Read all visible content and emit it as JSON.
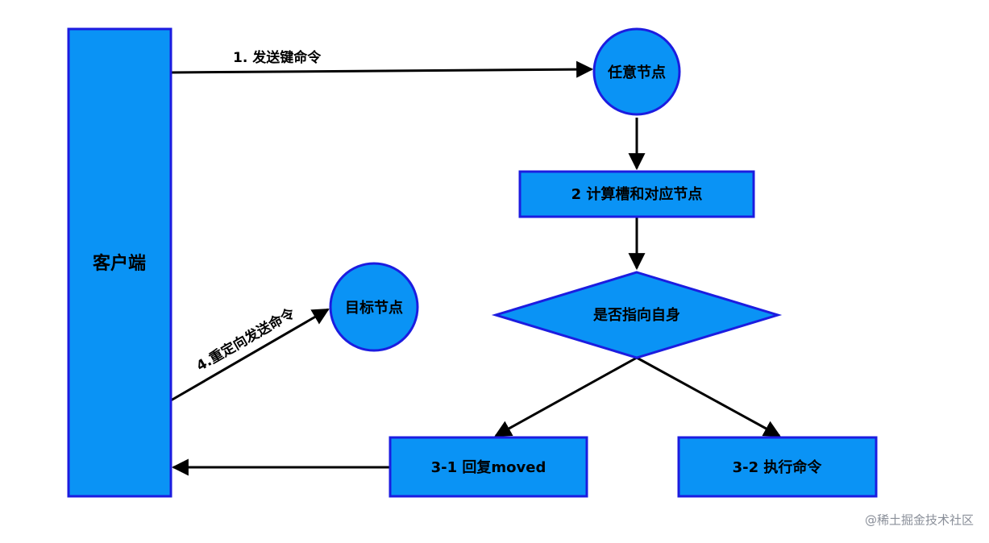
{
  "nodes": {
    "client": "客户端",
    "any_node": "任意节点",
    "compute": "2 计算槽和对应节点",
    "decision": "是否指向自身",
    "reply_moved": "3-1 回复moved",
    "execute": "3-2 执行命令",
    "target_node": "目标节点"
  },
  "edges": {
    "send_key_command": "1. 发送键命令",
    "redirect_send": "4.重定向发送命令"
  },
  "watermark": "@稀土掘金技术社区",
  "colors": {
    "fill": "#0a93f5",
    "stroke": "#1c1ce0",
    "arrow": "#000000"
  }
}
